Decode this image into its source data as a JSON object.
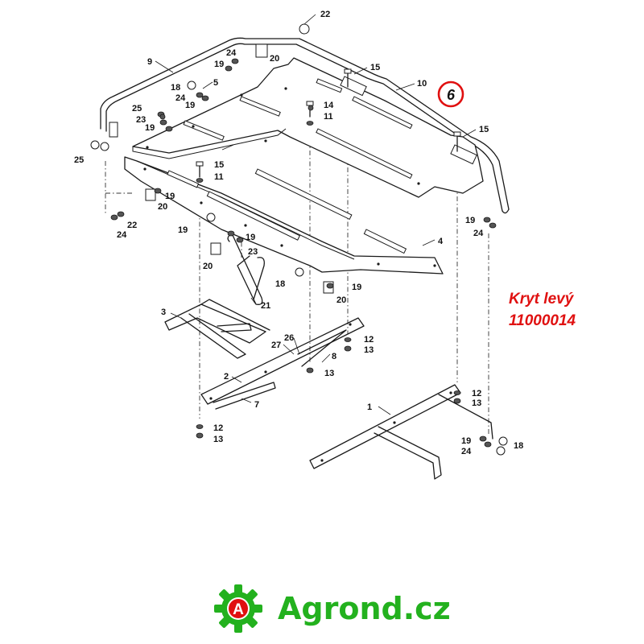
{
  "note": {
    "line1": "Kryt levý",
    "line2": "11000014"
  },
  "highlight": {
    "label": "6",
    "color": "#e01010"
  },
  "brand": {
    "logo_letter": "A",
    "name": "Agrond.cz",
    "color": "#23b11e",
    "logo_color": "#23b11e",
    "logo_letter_color": "#e01010"
  },
  "part_labels": [
    {
      "id": "p22a",
      "text": "22"
    },
    {
      "id": "p9",
      "text": "9"
    },
    {
      "id": "p24a",
      "text": "24"
    },
    {
      "id": "p20a",
      "text": "20"
    },
    {
      "id": "p19a",
      "text": "19"
    },
    {
      "id": "p15a",
      "text": "15"
    },
    {
      "id": "p18a",
      "text": "18"
    },
    {
      "id": "p5",
      "text": "5"
    },
    {
      "id": "p24b",
      "text": "24"
    },
    {
      "id": "p19b",
      "text": "19"
    },
    {
      "id": "p10",
      "text": "10"
    },
    {
      "id": "p25a",
      "text": "25"
    },
    {
      "id": "p14",
      "text": "14"
    },
    {
      "id": "p23a",
      "text": "23"
    },
    {
      "id": "p11a",
      "text": "11"
    },
    {
      "id": "p19c",
      "text": "19"
    },
    {
      "id": "p15b",
      "text": "15"
    },
    {
      "id": "p25b",
      "text": "25"
    },
    {
      "id": "p15c",
      "text": "15"
    },
    {
      "id": "p11b",
      "text": "11"
    },
    {
      "id": "p19d",
      "text": "19"
    },
    {
      "id": "p20b",
      "text": "20"
    },
    {
      "id": "p19e",
      "text": "19"
    },
    {
      "id": "p24c",
      "text": "24"
    },
    {
      "id": "p22b",
      "text": "22"
    },
    {
      "id": "p19f",
      "text": "19"
    },
    {
      "id": "p24d",
      "text": "24"
    },
    {
      "id": "p19g",
      "text": "19"
    },
    {
      "id": "p23b",
      "text": "23"
    },
    {
      "id": "p20c",
      "text": "20"
    },
    {
      "id": "p4",
      "text": "4"
    },
    {
      "id": "p18b",
      "text": "18"
    },
    {
      "id": "p19h",
      "text": "19"
    },
    {
      "id": "p20d",
      "text": "20"
    },
    {
      "id": "p21",
      "text": "21"
    },
    {
      "id": "p3",
      "text": "3"
    },
    {
      "id": "p26",
      "text": "26"
    },
    {
      "id": "p27",
      "text": "27"
    },
    {
      "id": "p12a",
      "text": "12"
    },
    {
      "id": "p13a",
      "text": "13"
    },
    {
      "id": "p8",
      "text": "8"
    },
    {
      "id": "p13b",
      "text": "13"
    },
    {
      "id": "p2",
      "text": "2"
    },
    {
      "id": "p7",
      "text": "7"
    },
    {
      "id": "p12b",
      "text": "12"
    },
    {
      "id": "p13c",
      "text": "13"
    },
    {
      "id": "p1",
      "text": "1"
    },
    {
      "id": "p12c",
      "text": "12"
    },
    {
      "id": "p13d",
      "text": "13"
    },
    {
      "id": "p19i",
      "text": "19"
    },
    {
      "id": "p24e",
      "text": "24"
    },
    {
      "id": "p18c",
      "text": "18"
    }
  ]
}
